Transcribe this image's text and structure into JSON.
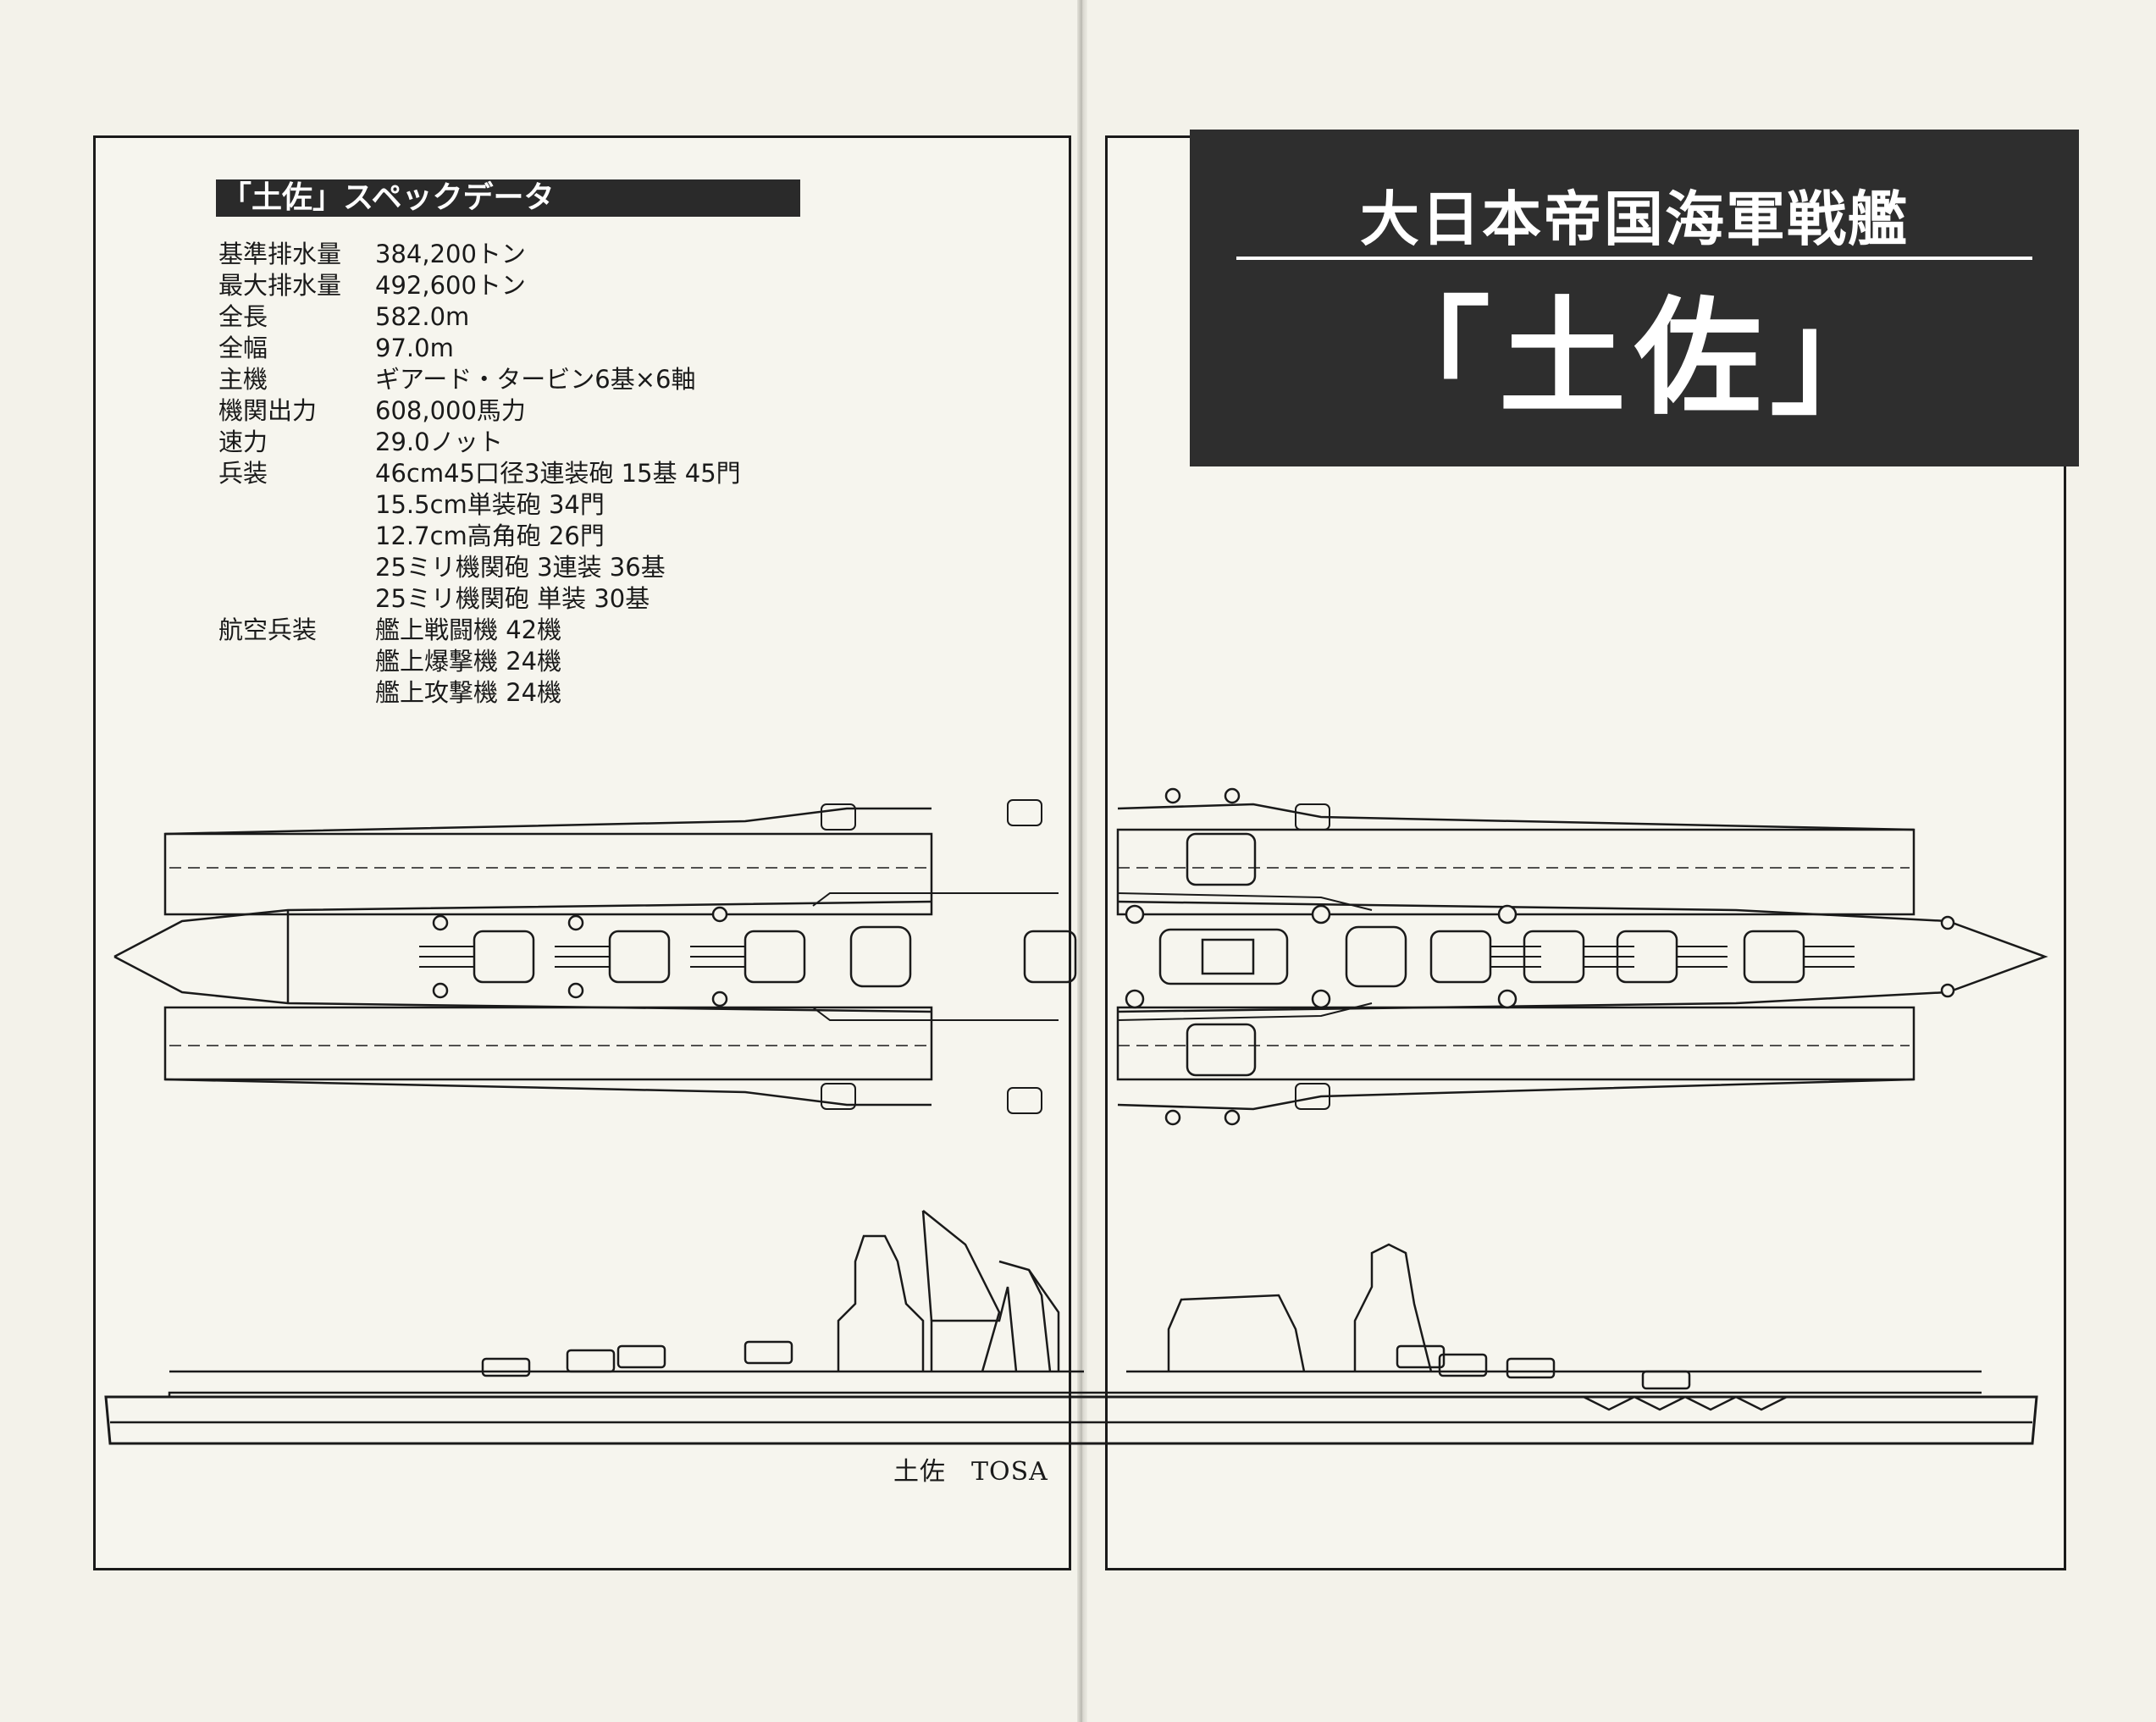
{
  "spec": {
    "header": "「土佐」スペックデータ",
    "rows": [
      {
        "label": "基準排水量",
        "value": "384,200トン"
      },
      {
        "label": "最大排水量",
        "value": "492,600トン"
      },
      {
        "label": "全長",
        "value": "582.0m"
      },
      {
        "label": "全幅",
        "value": "97.0m"
      },
      {
        "label": "主機",
        "value": "ギアード・タービン6基×6軸"
      },
      {
        "label": "機関出力",
        "value": "608,000馬力"
      },
      {
        "label": "速力",
        "value": "29.0ノット"
      },
      {
        "label": "兵装",
        "value": "46cm45口径3連装砲 15基 45門"
      },
      {
        "label": "",
        "value": "15.5cm単装砲 34門"
      },
      {
        "label": "",
        "value": "12.7cm高角砲 26門"
      },
      {
        "label": "",
        "value": "25ミリ機関砲 3連装 36基"
      },
      {
        "label": "",
        "value": "25ミリ機関砲 単装 30基"
      },
      {
        "label": "航空兵装",
        "value": "艦上戦闘機 42機"
      },
      {
        "label": "",
        "value": "艦上爆撃機 24機"
      },
      {
        "label": "",
        "value": "艦上攻撃機 24機"
      }
    ]
  },
  "title": {
    "line1": "大日本帝国海軍戦艦",
    "line2": "「土佐」"
  },
  "caption": {
    "name_jp": "土佐",
    "name_en": "TOSA"
  }
}
